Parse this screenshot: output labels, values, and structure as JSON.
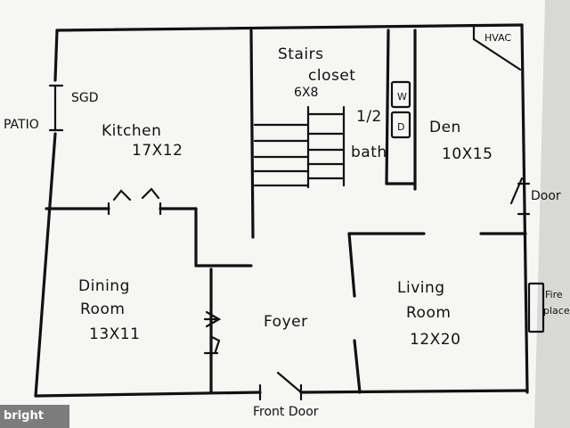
{
  "labels": {
    "hvac": "HVAC",
    "stairs": "Stairs",
    "closet": "closet",
    "closet_size": "6X8",
    "half": "1/2",
    "bath": "bath",
    "sgd": "SGD",
    "patio": "PATIO",
    "kitchen": "Kitchen",
    "kitchen_size": "17X12",
    "den": "Den",
    "den_size": "10X15",
    "door": "Door",
    "dining1": "Dining",
    "dining2": "Room",
    "dining_size": "13X11",
    "foyer": "Foyer",
    "living1": "Living",
    "living2": "Room",
    "living_size": "12X20",
    "fire1": "Fire",
    "fire2": "place",
    "front_door": "Front Door",
    "appliance_w": "W",
    "appliance_d": "D"
  },
  "watermark": {
    "text": "bright"
  }
}
